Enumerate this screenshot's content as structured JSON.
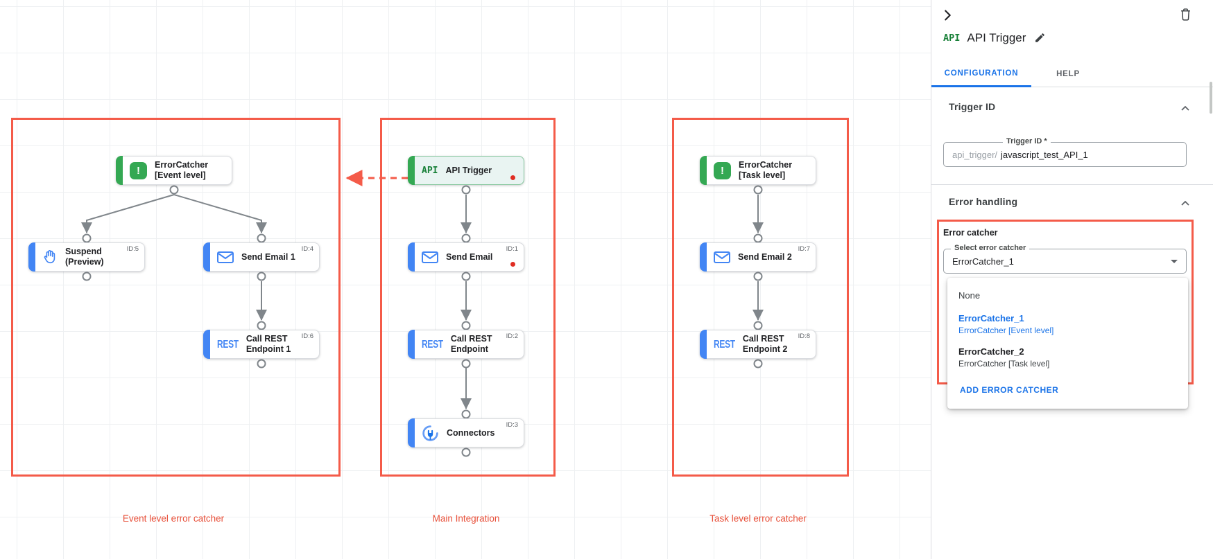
{
  "colors": {
    "accent_green": "#34a853",
    "accent_blue": "#4285f4",
    "highlight_red": "#f45b49",
    "link_blue": "#1a73e8"
  },
  "icons": {
    "error_catcher_glyph": "!",
    "api_glyph": "API",
    "rest_glyph": "REST"
  },
  "canvas": {
    "groups": [
      {
        "caption": "Event level error catcher",
        "nodes": [
          {
            "label": "ErrorCatcher\n[Event level]",
            "id": "",
            "icon": "error-catcher"
          },
          {
            "label": "Suspend\n(Preview)",
            "id": "ID:5",
            "icon": "hand"
          },
          {
            "label": "Send Email 1",
            "id": "ID:4",
            "icon": "mail"
          },
          {
            "label": "Call REST\nEndpoint 1",
            "id": "ID:6",
            "icon": "rest"
          }
        ]
      },
      {
        "caption": "Main Integration",
        "nodes": [
          {
            "label": "API Trigger",
            "id": "",
            "icon": "api",
            "error_dot": true
          },
          {
            "label": "Send Email",
            "id": "ID:1",
            "icon": "mail",
            "error_dot": true
          },
          {
            "label": "Call REST\nEndpoint",
            "id": "ID:2",
            "icon": "rest"
          },
          {
            "label": "Connectors",
            "id": "ID:3",
            "icon": "connector"
          }
        ]
      },
      {
        "caption": "Task level error catcher",
        "nodes": [
          {
            "label": "ErrorCatcher\n[Task level]",
            "id": "",
            "icon": "error-catcher"
          },
          {
            "label": "Send Email 2",
            "id": "ID:7",
            "icon": "mail"
          },
          {
            "label": "Call REST\nEndpoint 2",
            "id": "ID:8",
            "icon": "rest"
          }
        ]
      }
    ]
  },
  "panel": {
    "badge": "API",
    "title": "API Trigger",
    "tabs": [
      {
        "label": "CONFIGURATION",
        "active": true
      },
      {
        "label": "HELP",
        "active": false
      }
    ],
    "trigger_id": {
      "header": "Trigger ID",
      "field_label": "Trigger ID *",
      "prefix": "api_trigger/",
      "value": "javascript_test_API_1"
    },
    "error_handling": {
      "header": "Error handling",
      "group_label": "Error catcher",
      "select_label": "Select error catcher",
      "select_value": "ErrorCatcher_1",
      "menu": {
        "none_label": "None",
        "options": [
          {
            "name": "ErrorCatcher_1",
            "desc": "ErrorCatcher [Event level]",
            "selected": true
          },
          {
            "name": "ErrorCatcher_2",
            "desc": "ErrorCatcher [Task level]",
            "selected": false
          }
        ],
        "action": "ADD ERROR CATCHER"
      }
    }
  }
}
